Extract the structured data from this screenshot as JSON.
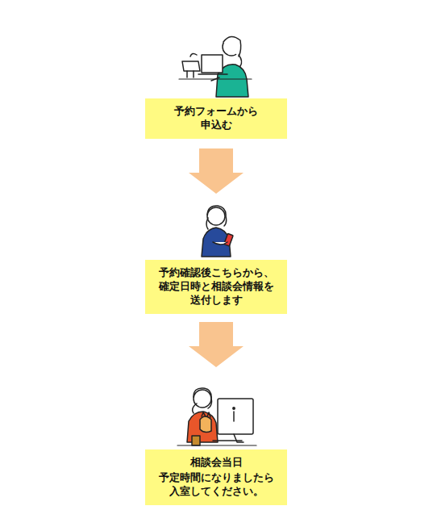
{
  "diagram": {
    "nodes": [
      {
        "text": [
          "予約フォームから 申込む"
        ]
      },
      {
        "text": [
          "予約確認後こちらから、 確定日時と相談会情報を 送付します"
        ]
      },
      {
        "text": [
          "相談会当日",
          "予定時間になりましたら 入室してください。"
        ]
      }
    ],
    "edges": [
      {
        "from": 0,
        "to": 1,
        "arrow": "to"
      },
      {
        "from": 1,
        "to": 2,
        "arrow": "to"
      }
    ]
  }
}
